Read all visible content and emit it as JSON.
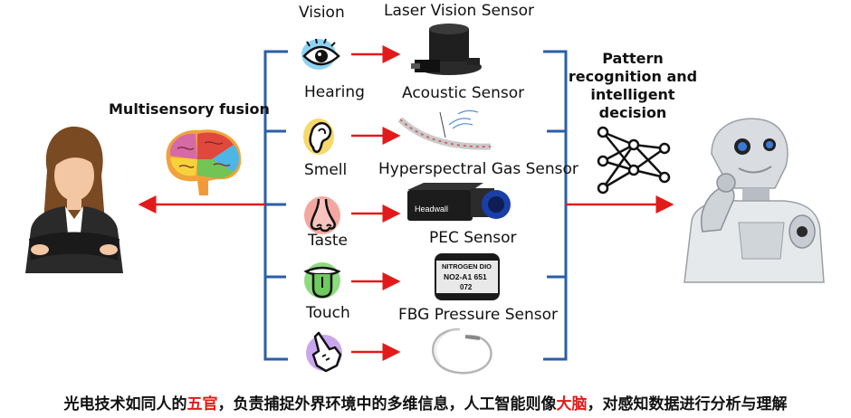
{
  "left_title": "Multisensory fusion",
  "right_title": "Pattern recognition and intelligent decision",
  "senses": [
    {
      "label": "Vision",
      "icon": "eye-icon",
      "color": "#8fd3f4"
    },
    {
      "label": "Hearing",
      "icon": "ear-icon",
      "color": "#f6d96b"
    },
    {
      "label": "Smell",
      "icon": "nose-icon",
      "color": "#f4a7a0"
    },
    {
      "label": "Taste",
      "icon": "tongue-icon",
      "color": "#8edb7f"
    },
    {
      "label": "Touch",
      "icon": "hand-icon",
      "color": "#c9a7ee"
    }
  ],
  "sensors": [
    {
      "label": "Laser Vision Sensor"
    },
    {
      "label": "Acoustic Sensor"
    },
    {
      "label": "Hyperspectral Gas Sensor"
    },
    {
      "label": "PEC Sensor",
      "brand": "Headwall"
    },
    {
      "label": "FBG Pressure Sensor",
      "lines": [
        "NITROGEN DIO",
        "NO2-A1 651",
        "072"
      ]
    }
  ],
  "caption": {
    "part1": "光电技术如同人的",
    "hl1": "五官",
    "part2": "，负责捕捉外界环境中的多维信息，人工智能则像",
    "hl2": "大脑",
    "part3": "，对感知数据进行分析与理解"
  },
  "colors": {
    "bracket": "#2a5ea8",
    "arrow": "#e31a1a"
  }
}
